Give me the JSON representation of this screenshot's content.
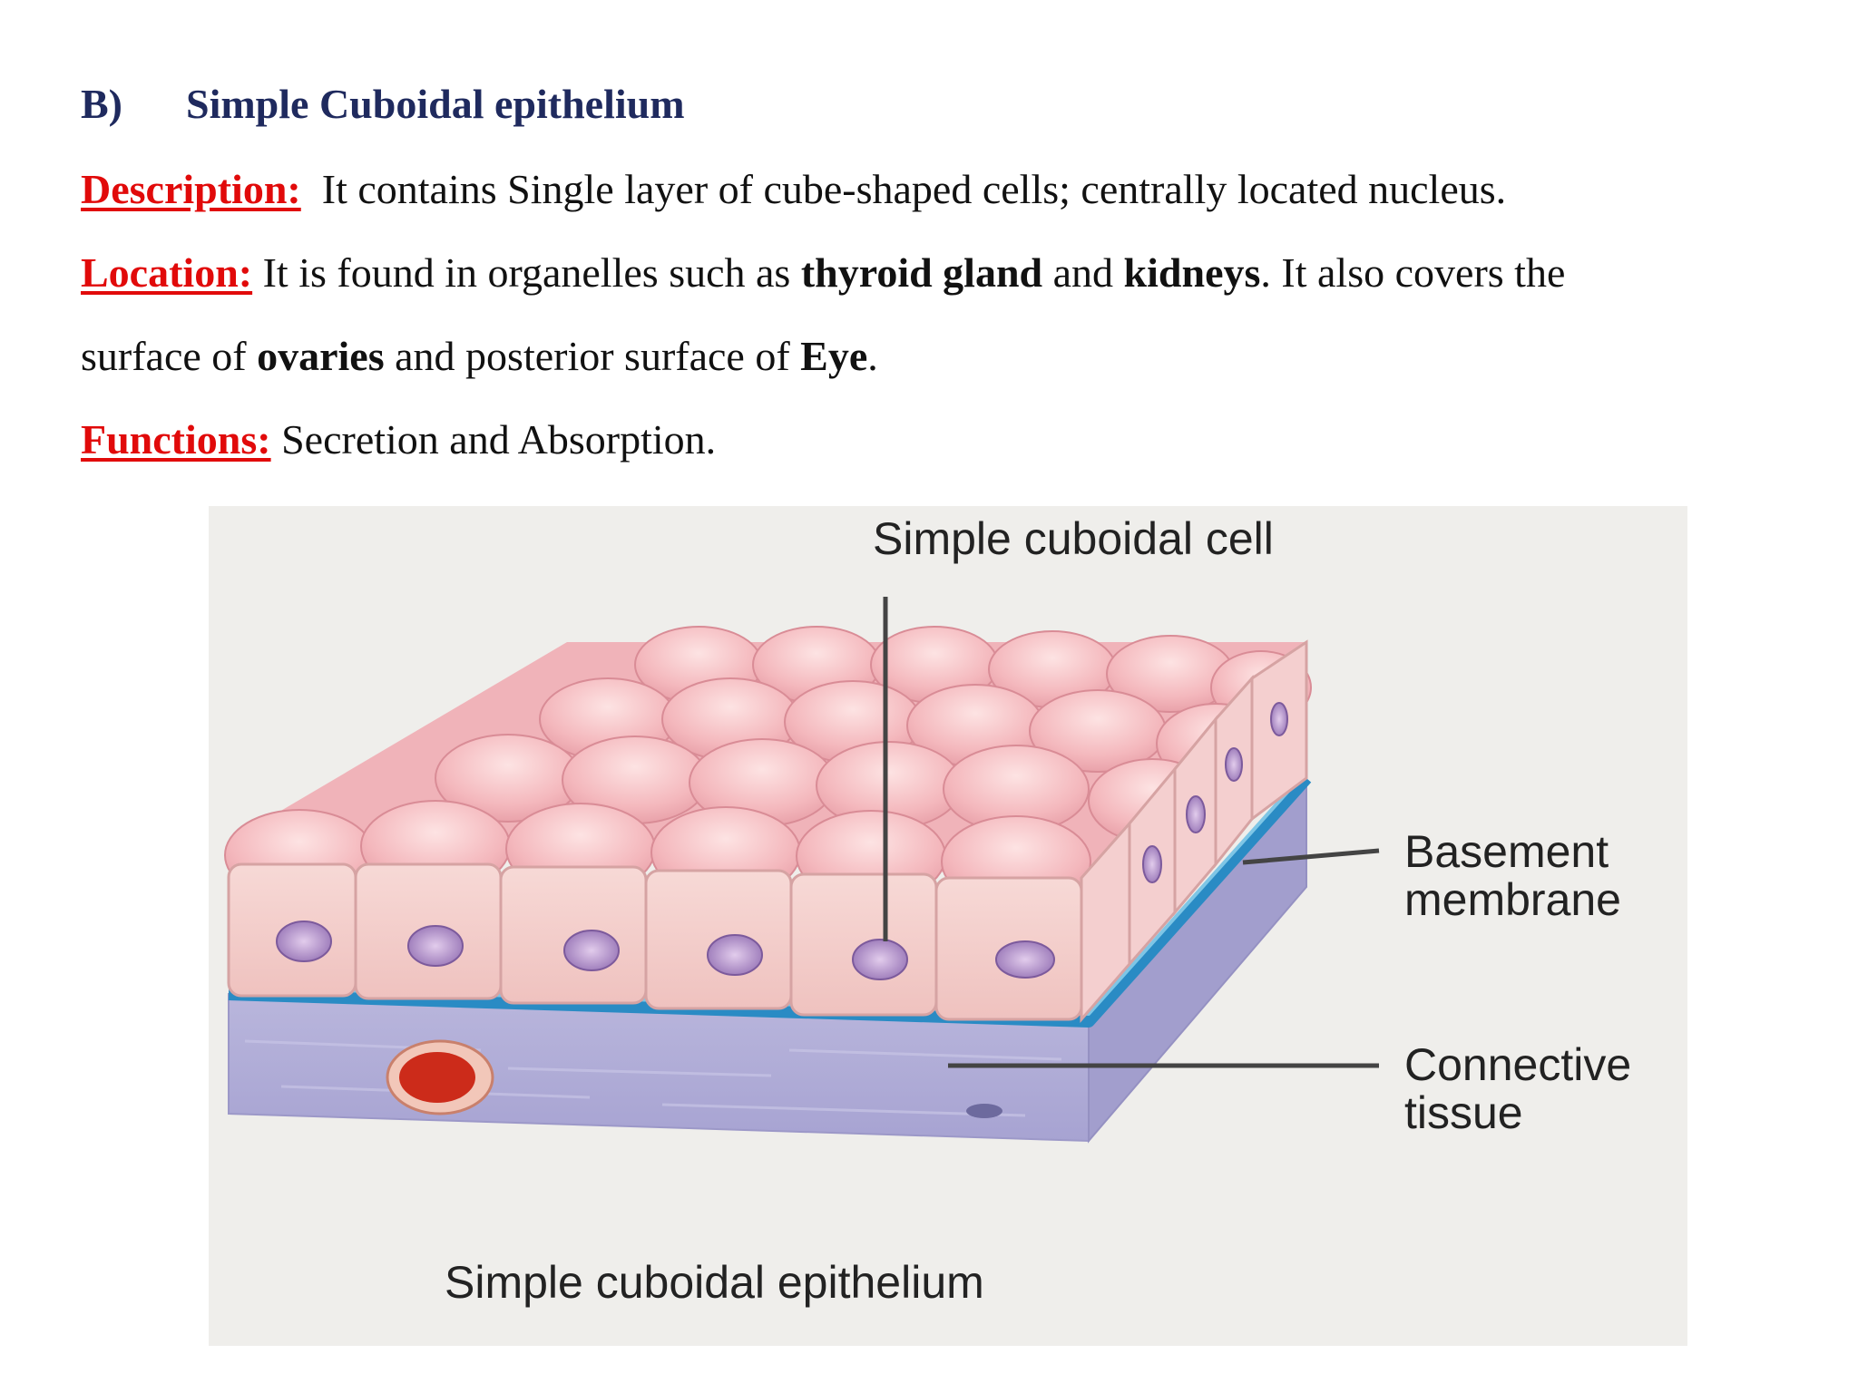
{
  "heading": {
    "number": "B)",
    "title": "Simple Cuboidal epithelium"
  },
  "description": {
    "label": "Description:",
    "text": "It contains Single layer of cube-shaped cells; centrally located nucleus."
  },
  "location": {
    "label": "Location:",
    "t1": "It is found in organelles such as ",
    "b1": "thyroid gland",
    "t2": " and ",
    "b2": "kidneys",
    "t3": ". It also covers the",
    "t4": "surface of ",
    "b3": "ovaries",
    "t5": " and posterior surface of ",
    "b4": "Eye",
    "t6": "."
  },
  "functions": {
    "label": "Functions:",
    "text": "Secretion and Absorption."
  },
  "figure": {
    "cell_label": "Simple cuboidal cell",
    "basement_label_1": "Basement",
    "basement_label_2": "membrane",
    "connective_label_1": "Connective",
    "connective_label_2": "tissue",
    "caption": "Simple cuboidal epithelium"
  }
}
